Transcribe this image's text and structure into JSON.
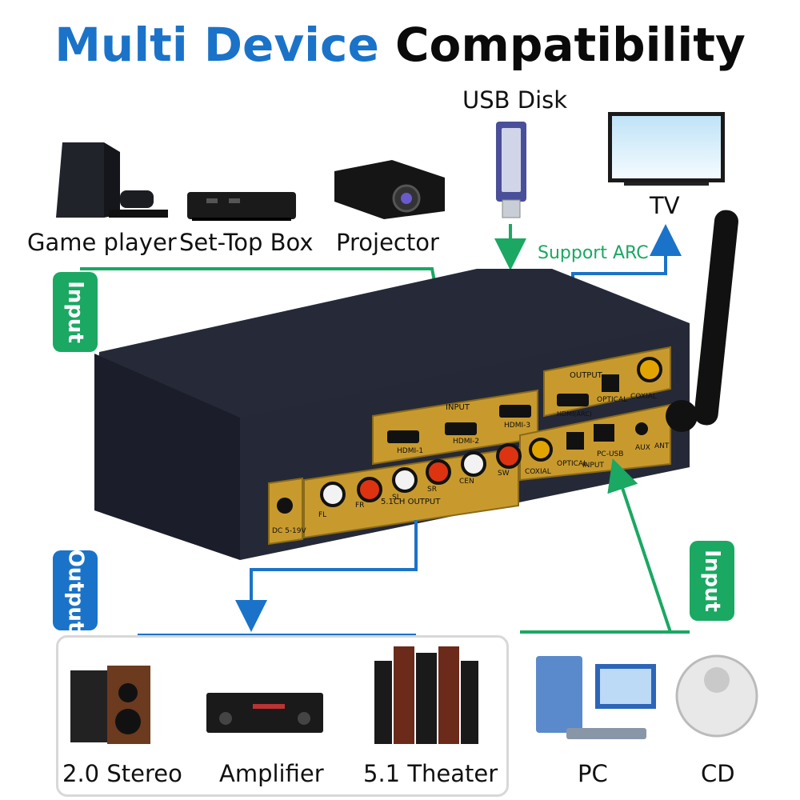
{
  "title": {
    "part1": "Multi Device",
    "part2": "Compatibility"
  },
  "top_devices": {
    "game_player": "Game player",
    "set_top_box": "Set-Top Box",
    "projector": "Projector",
    "usb_disk": "USB Disk",
    "tv": "TV"
  },
  "support_arc": "Support ARC",
  "tabs": {
    "input_left": "Input",
    "output_left": "Output",
    "input_right": "Input"
  },
  "device_panel": {
    "input_group": "INPUT",
    "hdmi_inputs": [
      "HDMI-1",
      "HDMI-2",
      "HDMI-3"
    ],
    "output_group": "OUTPUT",
    "hdmi_arc": "HDMI(ARC)",
    "optical_out": "OPTICAL",
    "coaxial_out": "COXIAL",
    "coaxial_in": "COXIAL",
    "optical_in": "OPTICAL",
    "pc_usb": "PC-USB",
    "input_label2": "INPUT",
    "aux": "AUX",
    "ant": "ANT",
    "rca_labels": [
      "FL",
      "FR",
      "SL",
      "SR",
      "CEN",
      "SW"
    ],
    "rca_group": "5.1CH OUTPUT",
    "dc": "DC 5-19V"
  },
  "bottom_devices": {
    "stereo": "2.0 Stereo",
    "amplifier": "Amplifier",
    "theater": "5.1 Theater",
    "pc": "PC",
    "cd": "CD"
  },
  "colors": {
    "blue": "#1a73c8",
    "green": "#1aa862",
    "device_body": "#1c2030",
    "gold": "#c89a2e"
  }
}
